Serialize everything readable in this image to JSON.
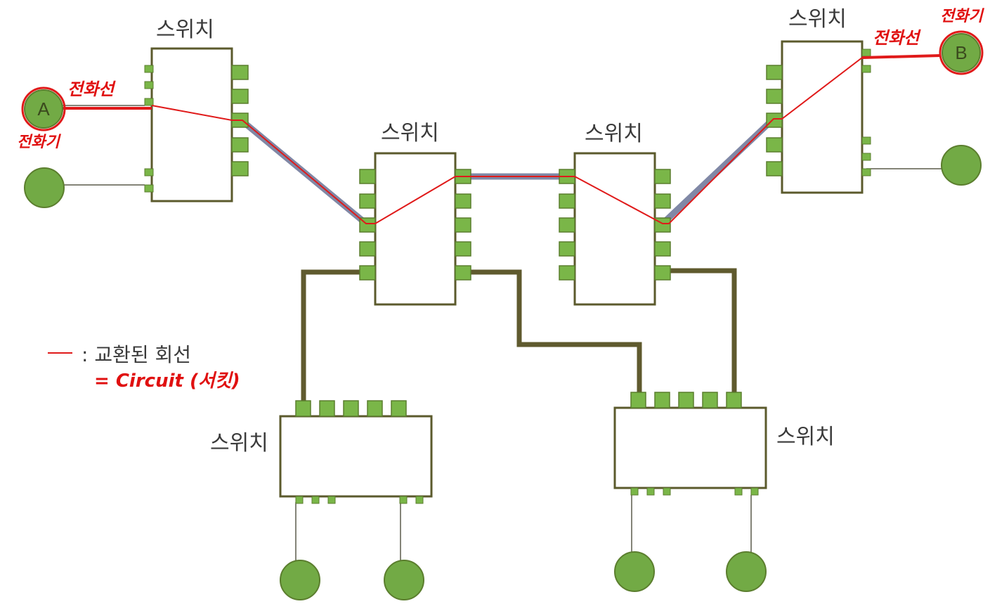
{
  "colors": {
    "switch_border": "#5b5a2c",
    "port_fill": "#7ab648",
    "node_fill": "#72aa45",
    "trunk_line": "#5f5a2e",
    "highlighted_link": "#8088a6",
    "circuit_red": "#e01a1a"
  },
  "switches": [
    {
      "id": "sw-top-left",
      "label": "스위치"
    },
    {
      "id": "sw-mid-left",
      "label": "스위치"
    },
    {
      "id": "sw-mid-right",
      "label": "스위치"
    },
    {
      "id": "sw-top-right",
      "label": "스위치"
    },
    {
      "id": "sw-bottom-left",
      "label": "스위치"
    },
    {
      "id": "sw-bottom-right",
      "label": "스위치"
    }
  ],
  "endpoints": {
    "a_label": "A",
    "b_label": "B"
  },
  "annotations": {
    "phone_line_left": "전화선",
    "phone_left": "전화기",
    "phone_line_right": "전화선",
    "phone_right": "전화기"
  },
  "legend": {
    "symbol": "—",
    "text": ": 교환된 회선",
    "note": "= Circuit (서킷)"
  }
}
